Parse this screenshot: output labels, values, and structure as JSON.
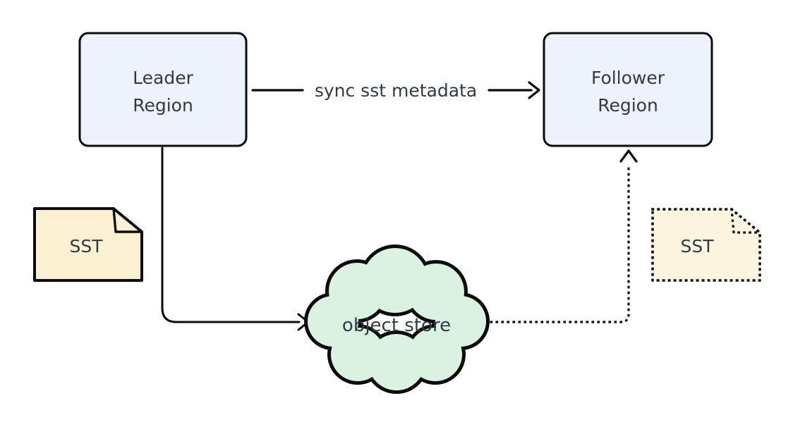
{
  "diagram": {
    "background": "#FFFFFF",
    "stroke_color": "#0C0C0C",
    "text_color": "#313A46",
    "nodes": {
      "leader_region": {
        "line1": "Leader",
        "line2": "Region",
        "fill": "#EDF2FC",
        "shape": "rounded-rectangle",
        "border": "solid"
      },
      "follower_region": {
        "line1": "Follower",
        "line2": "Region",
        "fill": "#EDF2FC",
        "shape": "rounded-rectangle",
        "border": "solid"
      },
      "sst_source": {
        "label": "SST",
        "fill": "#FBF0D1",
        "shape": "page",
        "border": "solid"
      },
      "sst_replica": {
        "label": "SST",
        "fill": "#FCF4DE",
        "shape": "page",
        "border": "dotted"
      },
      "object_store": {
        "label": "object store",
        "fill": "#DBF2E3",
        "shape": "cloud",
        "border": "solid"
      }
    },
    "edges": {
      "sync_metadata": {
        "label": "sync sst metadata",
        "from": "Leader Region",
        "to": "Follower Region",
        "style": "solid-arrow"
      },
      "upload_sst": {
        "from": "Leader Region",
        "to": "object store",
        "style": "solid-arrow"
      },
      "replicate_sst": {
        "from": "object store",
        "to": "Follower Region",
        "style": "dotted-arrow"
      }
    }
  }
}
